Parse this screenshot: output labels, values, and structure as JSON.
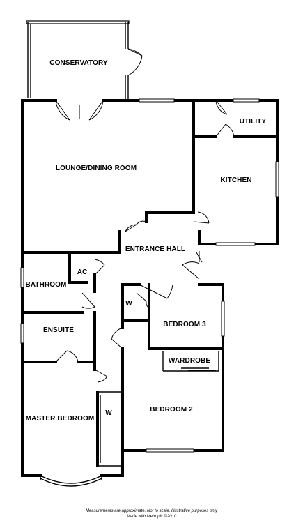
{
  "rooms": {
    "conservatory": "CONSERVATORY",
    "lounge": "LOUNGE/DINING ROOM",
    "utility": "UTILITY",
    "kitchen": "KITCHEN",
    "entrance_hall": "ENTRANCE HALL",
    "ac": "AC",
    "bathroom": "BATHROOM",
    "w_bed3": "W",
    "bedroom3": "BEDROOM 3",
    "ensuite": "ENSUITE",
    "wardrobe": "WARDROBE",
    "master_bedroom": "MASTER BEDROOM",
    "w_master": "W",
    "bedroom2": "BEDROOM 2"
  },
  "footer": {
    "line1": "Measurements are approximate.  Not to scale.  Illustrative purposes only",
    "line2": "Made with Metropix ©2010"
  }
}
